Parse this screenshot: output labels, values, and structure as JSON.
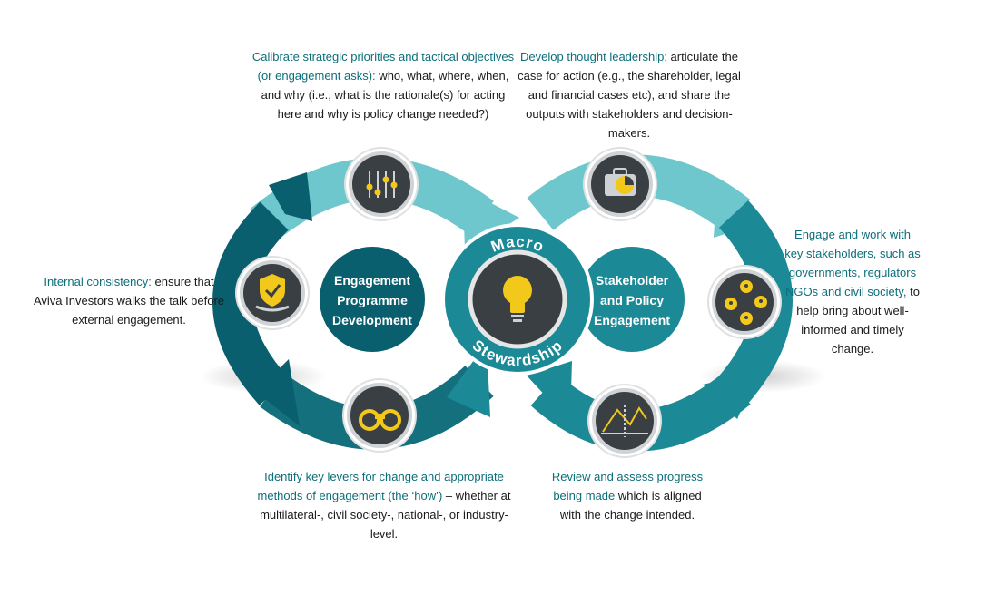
{
  "colors": {
    "dark_teal": "#0a5f6e",
    "mid_teal": "#1b8a96",
    "light_teal": "#6ec7cd",
    "accent_yellow": "#f2c81b",
    "icon_grey": "#3a3f44",
    "highlight_text": "#0b6e7a"
  },
  "center": {
    "line1": "Macro",
    "line2": "Stewardship",
    "icon": "lightbulb-icon"
  },
  "left_hub": {
    "lines": [
      "Engagement",
      "Programme",
      "Development"
    ]
  },
  "right_hub": {
    "lines": [
      "Stakeholder",
      "and Policy",
      "Engagement"
    ]
  },
  "steps": [
    {
      "id": "calibrate",
      "icon": "sliders-icon",
      "highlight": "Calibrate strategic priorities and tactical objectives (or engagement asks):",
      "rest": " who, what, where, when, and why (i.e., what is the rationale(s) for acting here and why is policy change needed?)"
    },
    {
      "id": "thought-leadership",
      "icon": "briefcase-chart-icon",
      "highlight": "Develop thought leadership:",
      "rest": " articulate the case for action (e.g., the shareholder, legal and financial cases etc), and share the outputs with stakeholders and decision-makers."
    },
    {
      "id": "engage-stakeholders",
      "icon": "people-network-icon",
      "highlight": "Engage and work with key stakeholders, such as governments, regulators NGOs and civil society,",
      "rest": " to help bring about well-informed and timely change."
    },
    {
      "id": "review",
      "icon": "line-chart-icon",
      "highlight": "Review and assess progress being made",
      "rest": " which is aligned with the change intended."
    },
    {
      "id": "levers",
      "icon": "binoculars-icon",
      "highlight": "Identify key levers for change and appropriate methods of engagement (the ‘how’)",
      "rest": " – whether at multilateral-, civil society-, national-, or industry-level."
    },
    {
      "id": "consistency",
      "icon": "shield-check-icon",
      "highlight": "Internal consistency:",
      "rest": " ensure that Aviva Investors walks the talk before external engagement."
    }
  ]
}
